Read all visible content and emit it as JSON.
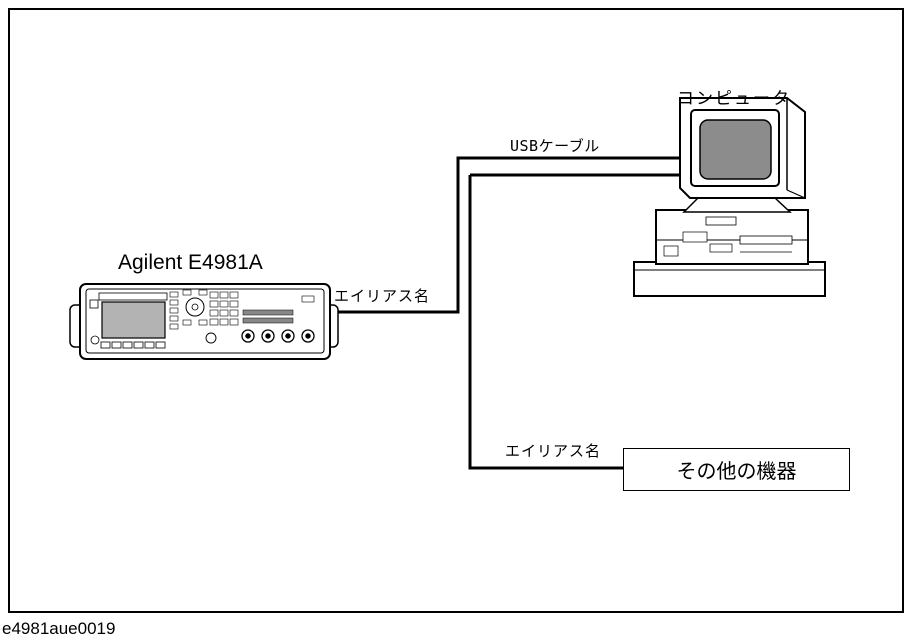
{
  "instrument": {
    "name": "Agilent E4981A"
  },
  "computer": {
    "label": "コンピュータ"
  },
  "cable": {
    "label": "USBケーブル"
  },
  "aliases": {
    "instrument_alias": "エイリアス名",
    "other_alias": "エイリアス名"
  },
  "other_device": {
    "label": "その他の機器"
  },
  "caption": "e4981aue0019",
  "icons": {
    "instrument": "signal-analyzer-icon",
    "computer": "desktop-computer-icon"
  }
}
